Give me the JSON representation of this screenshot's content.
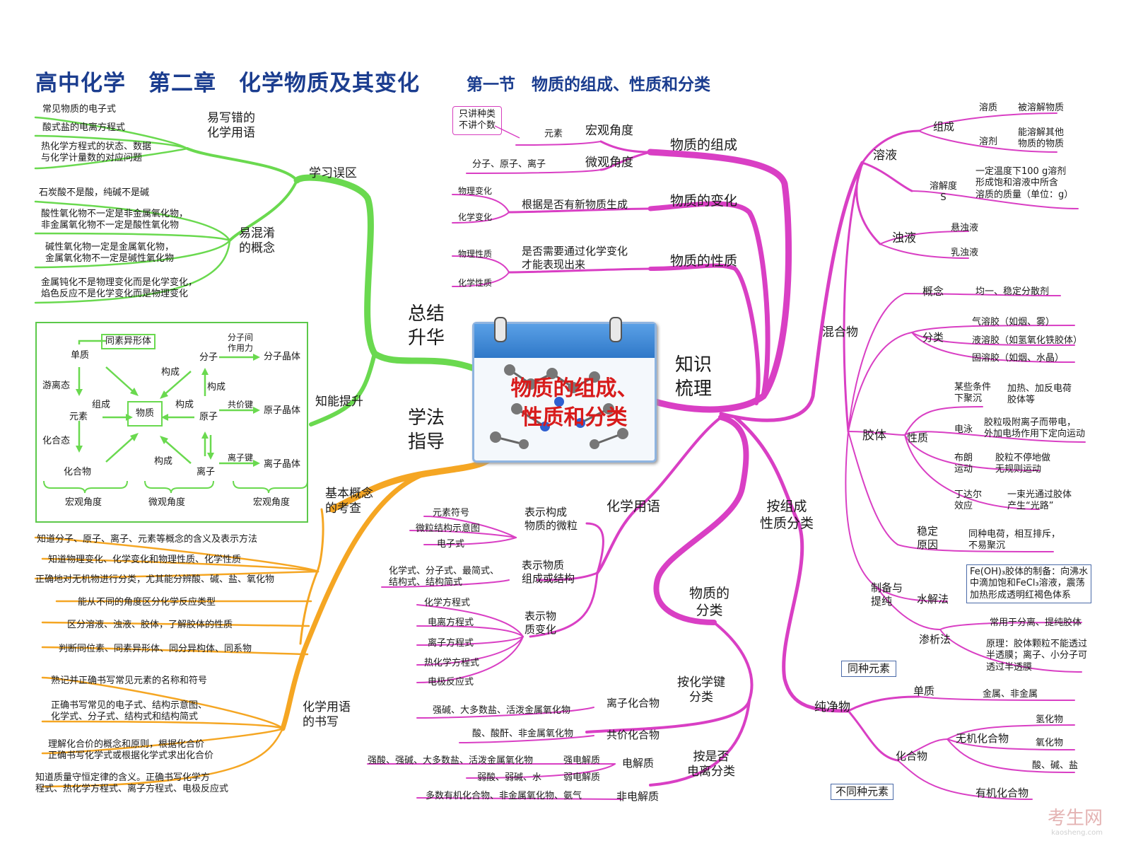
{
  "title": "高中化学　第二章　化学物质及其变化",
  "subtitle": "第一节　物质的组成、性质和分类",
  "center": {
    "line1": "物质的组成、",
    "line2": "性质和分类"
  },
  "branches": {
    "zongjie": "总结\n升华",
    "xuefa": "学法\n指导",
    "zhishi": "知识\n梳理"
  },
  "green": {
    "xuexi_wuqu": "学习误区",
    "yixiecuo": "易写错的\n化学用语",
    "yixiecuo_items": [
      "常见物质的电子式",
      "酸式盐的电离方程式",
      "热化学方程式的状态、数据\n与化学计量数的对应问题"
    ],
    "yihunxiao": "易混淆\n的概念",
    "yihunxiao_items": [
      "石炭酸不是酸，纯碱不是碱",
      "酸性氧化物不一定是非金属氧化物，\n非金属氧化物不一定是酸性氧化物",
      "碱性氧化物一定是金属氧化物，\n金属氧化物不一定是碱性氧化物",
      "金属钝化不是物理变化而是化学变化，\n焰色反应不是化学变化而是物理变化"
    ],
    "zhineng": "知能提升",
    "diagram": {
      "tongsu": "同素异形体",
      "danzhi": "单质",
      "youli": "游离态",
      "yuansu": "元素",
      "zucheng": "组成",
      "wuzhi": "物质",
      "huahe": "化合态",
      "huahewu": "化合物",
      "goucheng": "构成",
      "fenzi": "分子",
      "yuanzi": "原子",
      "lizi": "离子",
      "fenzijian": "分子间\n作用力",
      "gongjia": "共价键",
      "lizijian": "离子键",
      "fenzijingti": "分子晶体",
      "yuanzijingti": "原子晶体",
      "lizijingti": "离子晶体",
      "hongguan": "宏观角度",
      "weiguan": "微观角度"
    }
  },
  "orange": {
    "jiben": "基本概念\n的考查",
    "jiben_items": [
      "知道分子、原子、离子、元素等概念的含义及表示方法",
      "知道物理变化、化学变化和物理性质、化学性质",
      "正确地对无机物进行分类，尤其能分辨酸、碱、盐、氧化物",
      "能从不同的角度区分化学反应类型",
      "区分溶液、浊液、胶体，了解胶体的性质",
      "判断同位素、同素异形体、同分异构体、同系物"
    ],
    "shuxie": "化学用语\n的书写",
    "shuxie_items": [
      "熟记并正确书写常见元素的名称和符号",
      "正确书写常见的电子式、结构示意图、\n化学式、分子式、结构式和结构简式",
      "理解化合价的概念和原则，根据化合价\n正确书写化学式或根据化学式求出化合价",
      "知道质量守恒定律的含义。正确书写化学方\n程式、热化学方程式、离子方程式、电极反应式"
    ]
  },
  "magenta": {
    "zucheng": "物质的组成",
    "hongguan": "宏观角度",
    "yuansu": "元素",
    "zhijiang": "只讲种类\n不讲个数",
    "weiguan": "微观角度",
    "fenzi": "分子、原子、离子",
    "bianhua": "物质的变化",
    "bianhua_q": "根据是否有新物质生成",
    "wulibianhua": "物理变化",
    "huaxuebianhua": "化学变化",
    "xingzhi": "物质的性质",
    "xingzhi_q": "是否需要通过化学变化\n才能表现出来",
    "wulixingzhi": "物理性质",
    "huaxuexingzhi": "化学性质",
    "yongyu": "化学用语",
    "weili": "表示构成\n物质的微粒",
    "weili_items": [
      "元素符号",
      "微粒结构示意图",
      "电子式"
    ],
    "zucheng2": "表示物质\n组成或结构",
    "zucheng2_items": "化学式、分子式、最简式、\n结构式、结构简式",
    "biahua2": "表示物\n质变化",
    "biahua2_items": [
      "化学方程式",
      "电离方程式",
      "离子方程式",
      "热化学方程式",
      "电极反应式"
    ],
    "fenlei": "物质的\n分类",
    "huaxuejian": "按化学键\n分类",
    "lizihuahewu": "离子化合物",
    "lizihuahewu_d": "强碱、大多数盐、活泼金属氧化物",
    "gongjiahuahewu": "共价化合物",
    "gongjiahuahewu_d": "酸、酸酐、非金属氧化物",
    "dianli": "按是否\n电离分类",
    "dianjiezhi": "电解质",
    "qiang": "强电解质",
    "qiang_d": "强酸、强碱、大多数盐、活泼金属氧化物",
    "ruo": "弱电解质",
    "ruo_d": "弱酸、弱碱、水",
    "fei": "非电解质",
    "fei_d": "多数有机化合物、非金属氧化物、氨气",
    "zuchengfenlei": "按组成\n性质分类",
    "hunhewu": "混合物",
    "rongye": "溶液",
    "zuchengr": "组成",
    "rongzhi": "溶质",
    "rongzhi_d": "被溶解物质",
    "rongji": "溶剂",
    "rongji_d": "能溶解其他\n物质的物质",
    "rongjiedu": "溶解度\nS",
    "rongjiedu_d": "一定温度下100 g溶剂\n形成饱和溶液中所含\n溶质的质量（单位：g）",
    "zhuoye": "浊液",
    "xuanzhuo": "悬浊液",
    "ruzhuo": "乳浊液",
    "jiaoti": "胶体",
    "gainian": "概念",
    "gainian_d": "均一、稳定分散剂",
    "fenleij": "分类",
    "qi": "气溶胶（如烟、雾）",
    "ye": "液溶胶（如氢氧化铁胶体）",
    "gu": "固溶胶（如烟、水晶）",
    "xingzhij": "性质",
    "juchen": "某些条件\n下聚沉",
    "juchen_d": "加热、加反电荷\n胶体等",
    "dianyong": "电泳",
    "dianyong_d": "胶粒吸附离子而带电，\n外加电场作用下定向运动",
    "bulang": "布朗\n运动",
    "bulang_d": "胶粒不停地做\n无规则运动",
    "dindaer": "丁达尔\n效应",
    "dindaer_d": "一束光通过胶体\n产生“光路”",
    "wending": "稳定\n原因",
    "wending_d": "同种电荷，相互排斥，\n不易聚沉",
    "zhibei": "制备与\n提纯",
    "shuijie": "水解法",
    "shuijie_d": "Fe(OH)₃胶体的制备：向沸水\n中滴加饱和FeCl₃溶液，震荡\n加热形成透明红褐色体系",
    "shenxi": "渗析法",
    "shenxi_d1": "常用于分离、提纯胶体",
    "shenxi_d2": "原理：胶体颗粒不能透过\n半透膜；离子、小分子可\n透过半透膜",
    "chunjingwu": "纯净物",
    "tongzhong": "同种元素",
    "danzhi": "单质",
    "danzhi_d": "金属、非金属",
    "huahewu": "化合物",
    "butong": "不同种元素",
    "wuji": "无机化合物",
    "qinghuawu": "氢化物",
    "yanghuawu": "氧化物",
    "suanjianyan": "酸、碱、盐",
    "youji": "有机化合物"
  },
  "watermark": {
    "cn": "考生网",
    "en": "kaosheng.com"
  },
  "colors": {
    "green": "#6ad94f",
    "orange": "#f5a623",
    "magenta": "#d93fc4",
    "title": "#1b3d8f",
    "center": "#d81b1b"
  }
}
